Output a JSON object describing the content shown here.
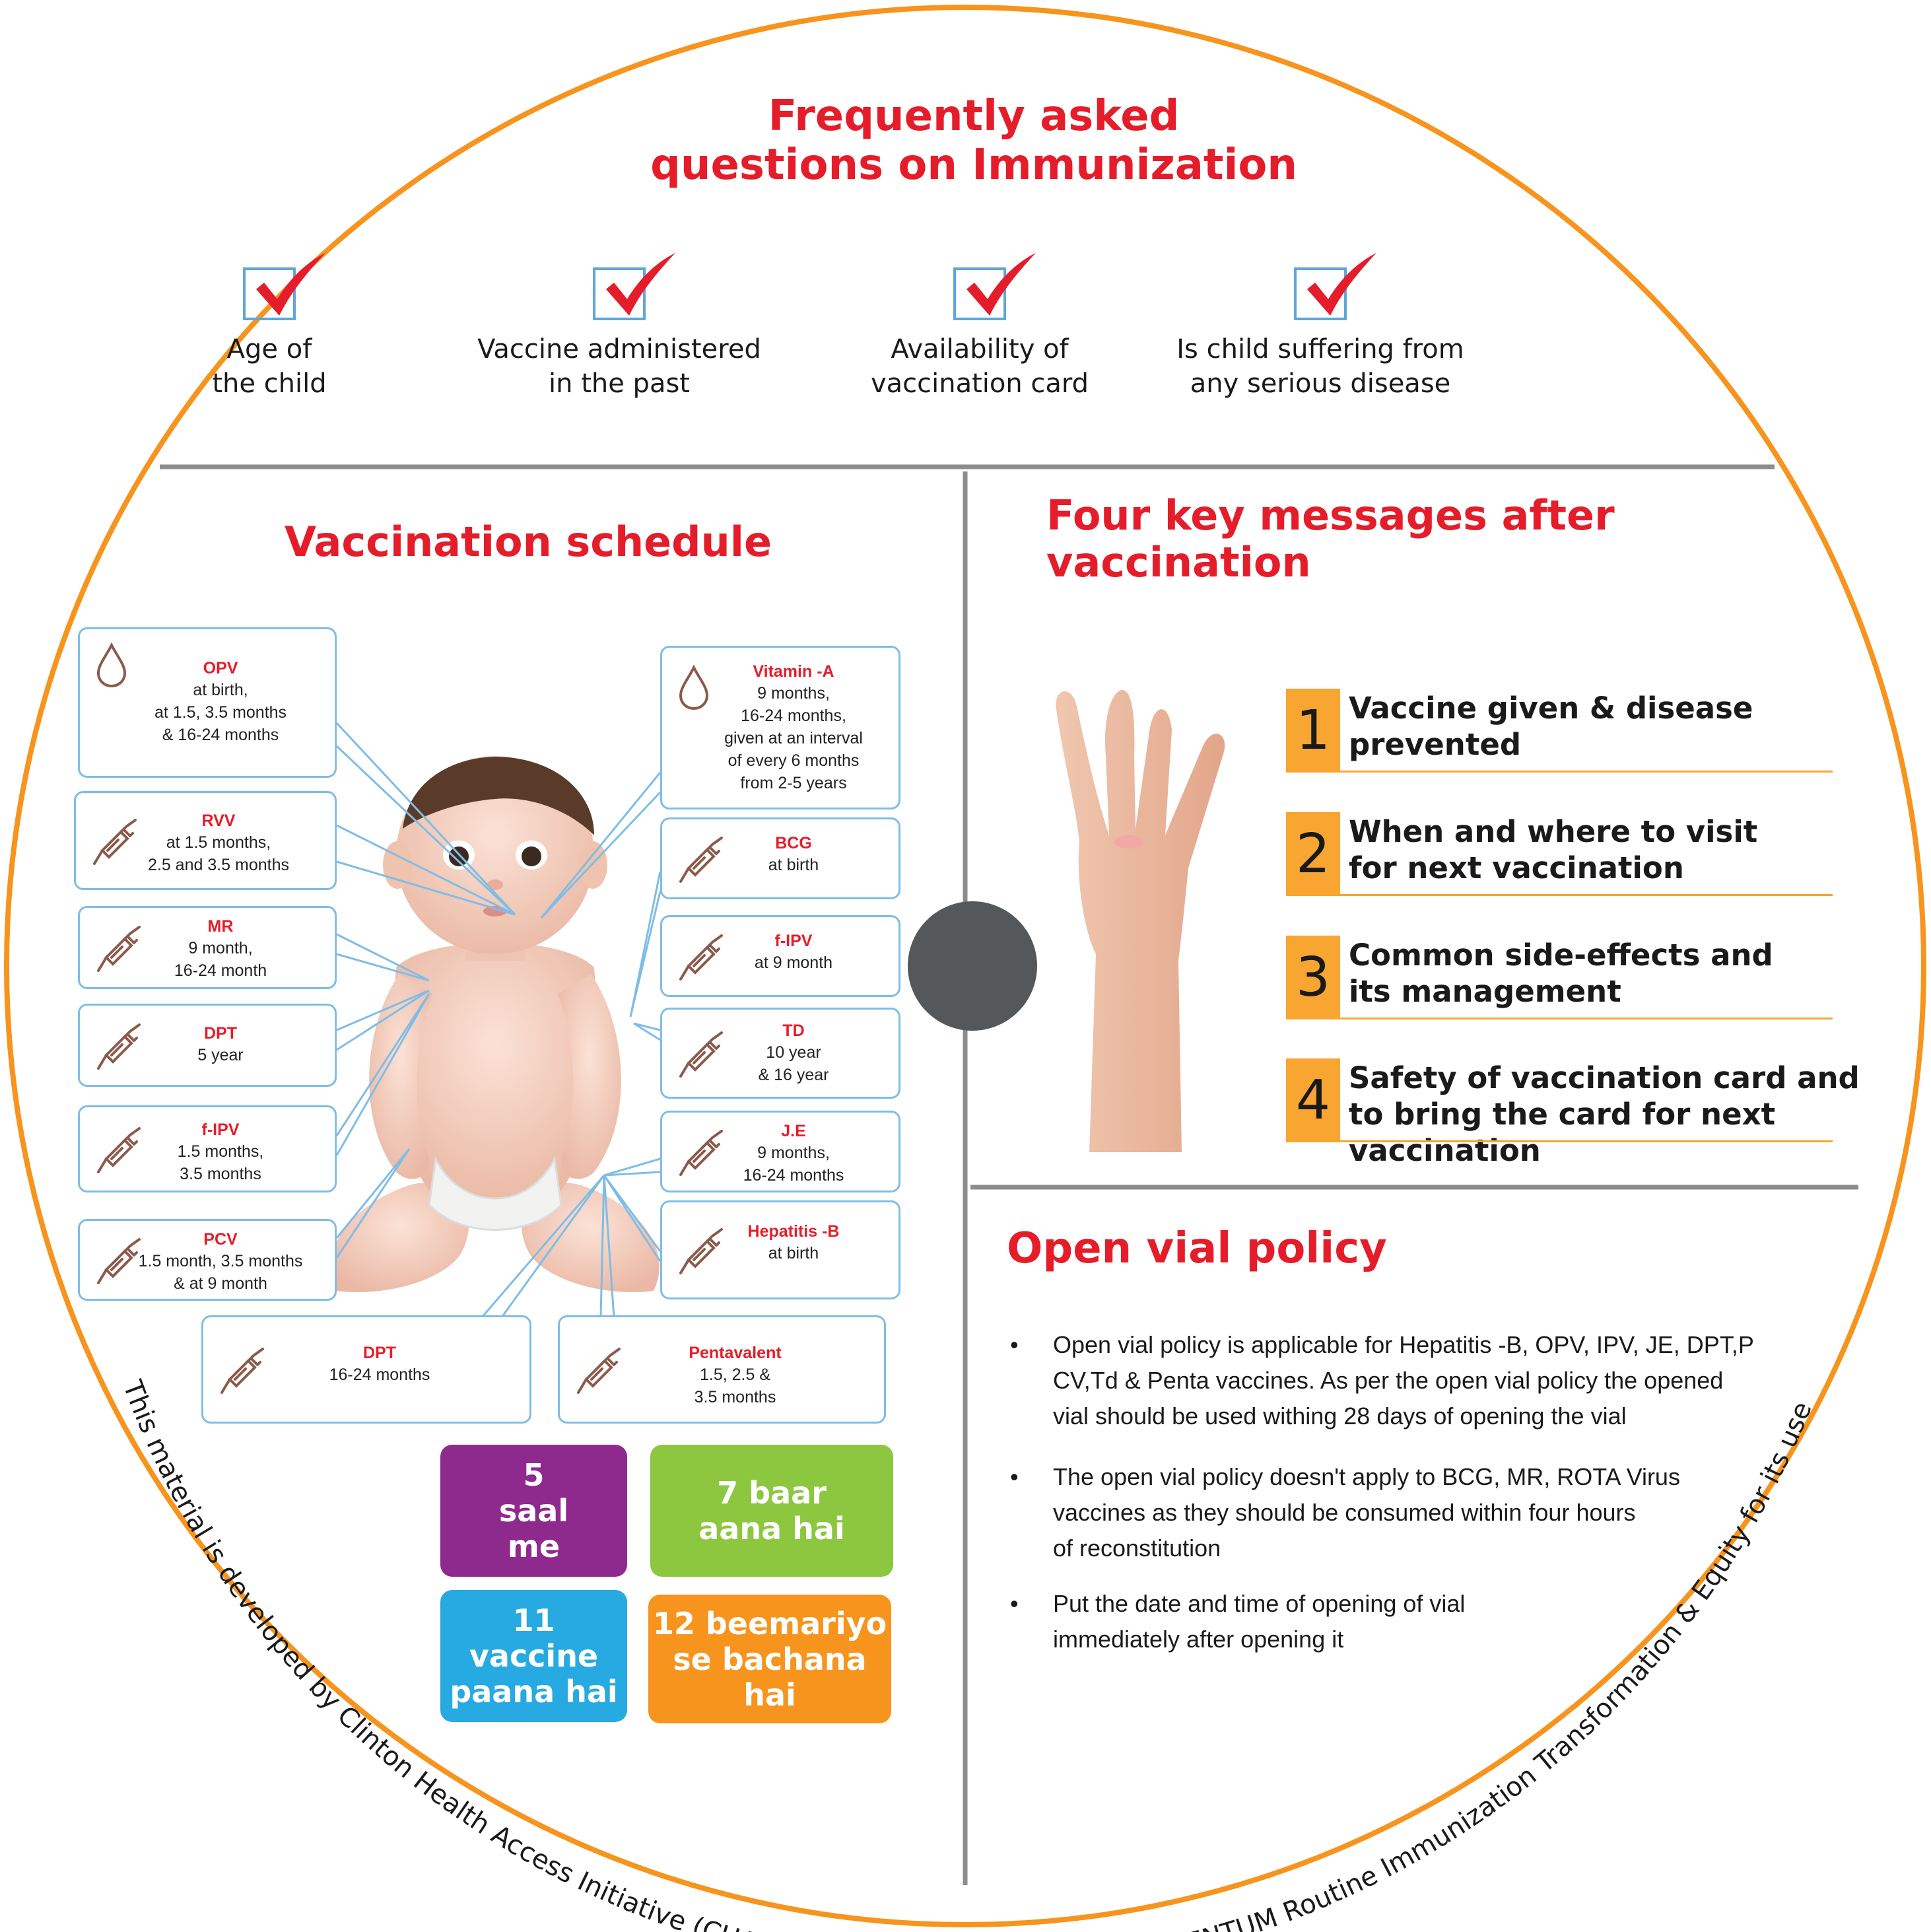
{
  "faq": {
    "title_line1": "Frequently asked",
    "title_line2": "questions on Immunization",
    "items": [
      {
        "line1": "Age of",
        "line2": "the child"
      },
      {
        "line1": "Vaccine administered",
        "line2": "in the past"
      },
      {
        "line1": "Availability of",
        "line2": "vaccination card"
      },
      {
        "line1": "Is child suffering from",
        "line2": "any serious disease"
      }
    ]
  },
  "schedule": {
    "title": "Vaccination schedule",
    "left_cards": [
      {
        "name": "OPV",
        "detail": "at birth,\nat 1.5, 3.5 months\n& 16-24 months",
        "icon": "drop-icon"
      },
      {
        "name": "RVV",
        "detail": "at 1.5 months,\n2.5 and 3.5 months",
        "icon": "syringe-icon"
      },
      {
        "name": "MR",
        "detail": "9 month,\n16-24 month",
        "icon": "syringe-icon"
      },
      {
        "name": "DPT",
        "detail": "5 year",
        "icon": "syringe-icon"
      },
      {
        "name": "f-IPV",
        "detail": "1.5 months,\n3.5 months",
        "icon": "syringe-icon"
      },
      {
        "name": "PCV",
        "detail": "1.5 month, 3.5 months\n& at 9 month",
        "icon": "syringe-icon"
      }
    ],
    "right_cards": [
      {
        "name": "Vitamin -A",
        "detail": "9 months,\n16-24 months,\ngiven at an interval\nof every 6 months\nfrom 2-5 years",
        "icon": "drop-icon"
      },
      {
        "name": "BCG",
        "detail": "at birth",
        "icon": "syringe-icon"
      },
      {
        "name": "f-IPV",
        "detail": "at 9 month",
        "icon": "syringe-icon"
      },
      {
        "name": "TD",
        "detail": "10 year\n& 16 year",
        "icon": "syringe-icon"
      },
      {
        "name": "J.E",
        "detail": "9 months,\n16-24 months",
        "icon": "syringe-icon"
      },
      {
        "name": "Hepatitis -B",
        "detail": "at birth",
        "icon": "syringe-icon"
      }
    ],
    "bottom_cards": [
      {
        "name": "DPT",
        "detail": "16-24 months",
        "icon": "syringe-icon"
      },
      {
        "name": "Pentavalent",
        "detail": "1.5, 2.5 &\n3.5 months",
        "icon": "syringe-icon"
      }
    ],
    "summary": [
      {
        "text": "5\nsaal\nme",
        "color": "#8e2a8e"
      },
      {
        "text": "7 baar\naana hai",
        "color": "#8dc63f"
      },
      {
        "text": "11\nvaccine\npaana hai",
        "color": "#27aae1"
      },
      {
        "text": "12 beemariyo\nse bachana\nhai",
        "color": "#f7941d"
      }
    ]
  },
  "key_messages": {
    "title_line1": "Four key messages after",
    "title_line2": "vaccination",
    "items": [
      {
        "number": "1",
        "text": "Vaccine given & disease\nprevented"
      },
      {
        "number": "2",
        "text": "When and where to visit\nfor next vaccination"
      },
      {
        "number": "3",
        "text": "Common side-effects  and\nits management"
      },
      {
        "number": "4",
        "text": "Safety of vaccination card and\nto bring the card for next vaccination"
      }
    ]
  },
  "open_vial": {
    "title": "Open vial policy",
    "bullets": [
      {
        "lines": [
          "Open vial policy is applicable for Hepatitis  -B, OPV, IPV, JE, DPT,P",
          "CV,Td & Penta vaccines. As per the open vial policy the opened",
          "vial should be used withing 28 days of opening the vial"
        ]
      },
      {
        "lines": [
          "The open vial  policy doesn't apply to BCG, MR, ROTA Virus",
          "vaccines as they should be consumed within four hours",
          "of reconstitution"
        ]
      },
      {
        "lines": [
          "Put the date and time of opening of vial",
          "immediately after opening it"
        ]
      }
    ]
  },
  "footer": {
    "credit": "This material is developed by Clinton Health Access Initiative (CHAI) and has been adapted by MOMENTUM Routine Immunization Transformation & Equity for its use"
  },
  "colors": {
    "accent_red": "#e51d2a",
    "ring_orange": "#f7941d",
    "card_border": "#7fbde6",
    "divider_gray": "#8c8c8c",
    "center_dot": "#55585b",
    "number_badge": "#f8a631"
  }
}
